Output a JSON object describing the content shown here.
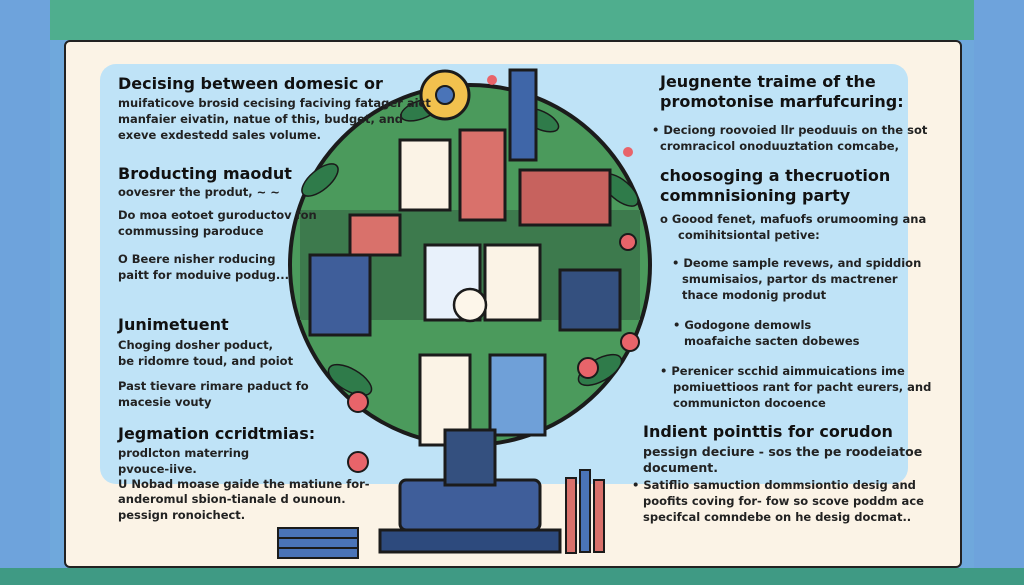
{
  "left": {
    "s1_title": "Decising between domesic or",
    "s1_body": [
      "muifaticove brosid cecising faciving fatager aict",
      "manfaier eivatin, natue of this, budget, and",
      "exeve exdestedd sales volume."
    ],
    "s2_title": "Broducting maodut",
    "s2_sub": "oovesrer the produt, ~ ~",
    "s2_body1": [
      "Do moa eotoet guroductov fon",
      "commussing paroduce"
    ],
    "s2_body2": [
      "O Beere nisher roducing",
      "paitt for moduive podug..."
    ],
    "s3_title": "Junimetuent",
    "s3_body1": [
      "Choging dosher poduct,",
      "be ridomre toud, and poiot"
    ],
    "s3_body2": [
      "Past tievare rimare paduct fo",
      "macesie vouty"
    ],
    "s4_title": "Jegmation ccridtmias:",
    "s4_body": [
      "prodlcton materring",
      "pvouce-iive.",
      "U Nobad moase gaide the matiune for-",
      "anderomul sbion-tianale d ounoun.",
      "pessign ronoichect."
    ]
  },
  "right": {
    "s1_title": [
      "Jeugnente traime of the",
      "promotonise marfufcuring:"
    ],
    "s1_bullet": [
      "Deciong roovoied llr peoduuis on the sot",
      "cromracicol onoduuztation comcabe,"
    ],
    "s2_title": [
      "choosoging a thecruotion",
      "commnisioning party"
    ],
    "s2_item": [
      "Goood fenet, mafuofs orumooming ana",
      "comihitsiontal petive:"
    ],
    "s2_bullet1": [
      "Deome sample revews, and spiddion",
      "smumisaios, partor ds mactrener",
      "thace modonig produt"
    ],
    "s2_bullet2": [
      "Godogone demowls",
      "moafaiche sacten dobewes"
    ],
    "s2_bullet3": [
      "Perenicer scchid aimmuications ime",
      "pomiuettioos rant for pacht eurers, and",
      "communicton docoence"
    ],
    "s3_title": "Indient pointtis for corudon",
    "s3_sub": [
      "pessign deciure  - sos the pe roodeiatoe",
      "document."
    ],
    "s3_bullet": [
      "Satiflio samuction dommsiontio desig and",
      "poofits coving for- fow so scove poddm ace",
      "specifcal comndebe on he desig docmat.."
    ]
  },
  "colors": {
    "panel": "#bfe3f7",
    "card": "#fbf3e6",
    "leaf": "#3c8f5a",
    "gear": "#e8646a"
  }
}
